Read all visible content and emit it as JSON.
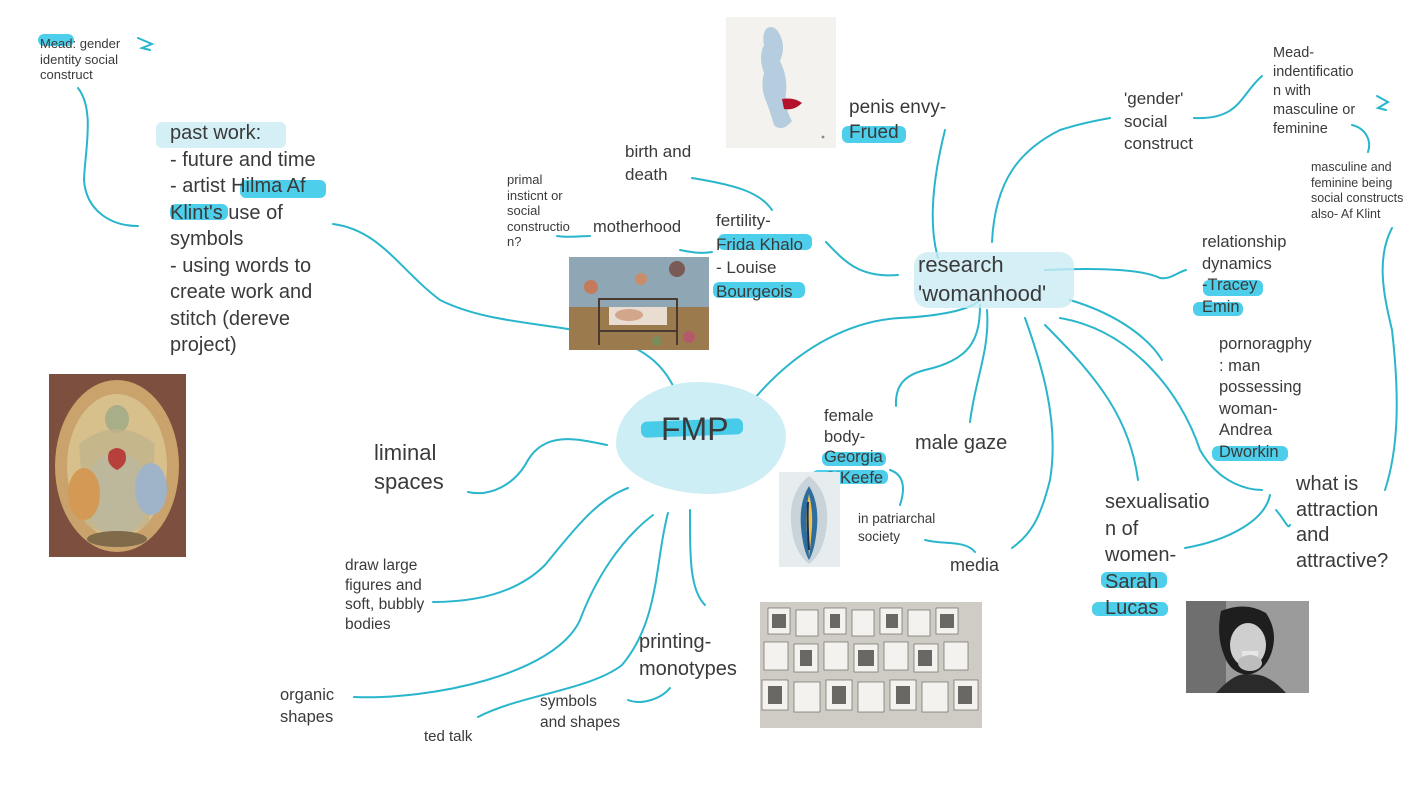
{
  "center": {
    "label": "FMP"
  },
  "nodes": {
    "mead_gender": "Mead: gender\nidentity social\nconstruct",
    "past_work": "past work:\n- future and time\n- artist Hilma Af\nKlint's use of\nsymbols\n- using words to\ncreate work and\nstitch (dereve\nproject)",
    "liminal_spaces": "liminal\nspaces",
    "draw_large": "draw large\nfigures and\nsoft, bubbly\nbodies",
    "organic_shapes": "organic\nshapes",
    "ted_talk": "ted talk",
    "symbols_shapes": "symbols\nand shapes",
    "printing": "printing-\nmonotypes",
    "primal": "primal\ninsticnt or\nsocial\nconstructio\nn?",
    "motherhood": "motherhood",
    "birth_death": "birth and\ndeath",
    "fertility": "fertility-\nFrida Khalo\n- Louise\nBourgeois",
    "penis_envy": "penis envy-\nFrued",
    "research": "research\n'womanhood'",
    "gender_construct": "'gender'\nsocial\nconstruct",
    "mead_ident": "Mead-\nindentificatio\nn with\nmasculine or\nfeminine",
    "masc_fem": "masculine and\nfeminine being\nsocial constructs\nalso- Af Klint",
    "relationship": "relationship\ndynamics\n-Tracey\nEmin",
    "pornography": "pornoragphy\n: man\npossessing\nwoman-\nAndrea\nDworkin",
    "female_body": "female\nbody-\nGeorgia\nO'Keefe",
    "male_gaze": "male gaze",
    "patriarchal": "in patriarchal\nsociety",
    "media": "media",
    "sexualisation": "sexualisatio\nn of\nwomen-\nSarah\nLucas",
    "attraction": "what is\nattraction\nand\nattractive?"
  },
  "colors": {
    "line": "#29b6cc",
    "highlight": "#2ec6e6",
    "bubble": "#cdeef5",
    "text": "#3a3a3a"
  },
  "images": [
    "hilma-af-klint-painting",
    "frida-kahlo-henry-ford-hospital",
    "louise-bourgeois-figure",
    "georgia-okeeffe-flower",
    "monotype-prints-wall",
    "sarah-lucas-portrait"
  ]
}
